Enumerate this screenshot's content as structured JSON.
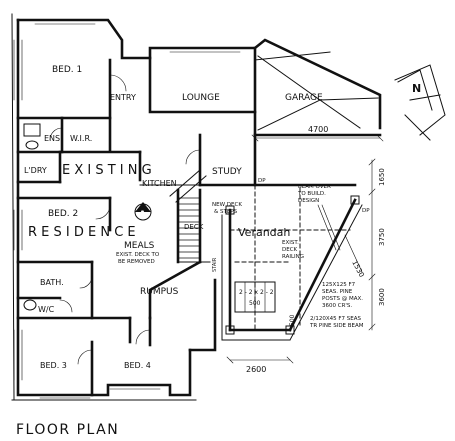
{
  "title": "FLOOR PLAN",
  "rooms": {
    "bed1": "BED. 1",
    "entry": "ENTRY",
    "lounge": "LOUNGE",
    "garage": "GARAGE",
    "ens": "ENS.",
    "wir": "W.I.R.",
    "ldry": "L'DRY",
    "existing": "E X I S T I N G",
    "kitchen": "KITCHEN",
    "study": "STUDY",
    "bed2": "BED. 2",
    "residence": "R E S I D E N C E",
    "meals": "MEALS",
    "verandah": "Verandah",
    "deck": "DECK",
    "bath": "BATH.",
    "rumpus": "RUMPUS",
    "wc": "W/C",
    "bed3": "BED. 3",
    "bed4": "BED. 4"
  },
  "section_marker": "A",
  "notes": {
    "new_deck_1": "NEW DECK",
    "new_deck_2": "& STEPS",
    "exist_deck_1": "EXIST. DECK TO",
    "exist_deck_2": "BE REMOVED",
    "beam_1": "BEAM OVER",
    "beam_2": "TO BUILD.",
    "beam_3": "DESIGN",
    "exist_rail_1": "EXIST.",
    "exist_rail_2": "DECK",
    "exist_rail_3": "RAILING",
    "post_1": "125X125 F7",
    "post_2": "SEAS. PINE",
    "post_3": "POSTS @ MAX.",
    "post_4": "3600 CR'S.",
    "fascia_1": "2/120X45 F7 SEAS",
    "fascia_2": "TR PINE SIDE BEAM",
    "window_1": "2 - 2 x 2 - 2",
    "window_2": "500",
    "dp_1": "DP",
    "dp_2": "DP",
    "stair_label": "STAIR"
  },
  "dimensions": {
    "garage_width": "4700",
    "right_1": "1650",
    "right_2": "3750",
    "right_3": "3600",
    "diag": "1530",
    "bottom": "2600",
    "v_small": "500"
  },
  "north_arrow": "N"
}
